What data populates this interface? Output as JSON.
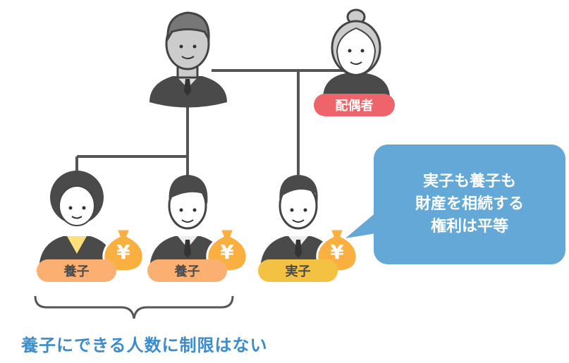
{
  "labels": {
    "spouse": "配偶者",
    "adopted_1": "養子",
    "adopted_2": "養子",
    "biological": "実子"
  },
  "bubble": {
    "lines": [
      "実子も養子も",
      "財産を相続する",
      "権利は平等"
    ]
  },
  "caption": "養子にできる人数に制限はない",
  "colors": {
    "spouse_badge": "#ef636a",
    "adopted_badge": "#fbb072",
    "biological_badge": "#f4c243",
    "bubble": "#64a8d8",
    "caption": "#3b8ccc",
    "money_bag": "#f9b040"
  },
  "icons": {
    "money_bag": "yen-money-bag-icon"
  }
}
